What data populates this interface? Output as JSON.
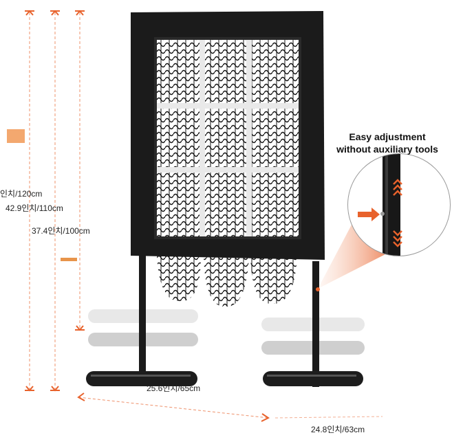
{
  "callout": {
    "line1": "Easy adjustment",
    "line2": "without auxiliary tools"
  },
  "dimensions": {
    "height_max": "인치/120cm",
    "height_mid": "42.9인치/110cm",
    "height_min": "37.4인치/100cm",
    "width": "25.6인치/65cm",
    "depth": "24.8인치/63cm"
  },
  "colors": {
    "accent": "#e8622c",
    "frame": "#1b1b1b",
    "net": "#111111"
  },
  "icons": [
    "arrow-up-icon",
    "arrow-down-icon",
    "arrow-right-icon"
  ]
}
